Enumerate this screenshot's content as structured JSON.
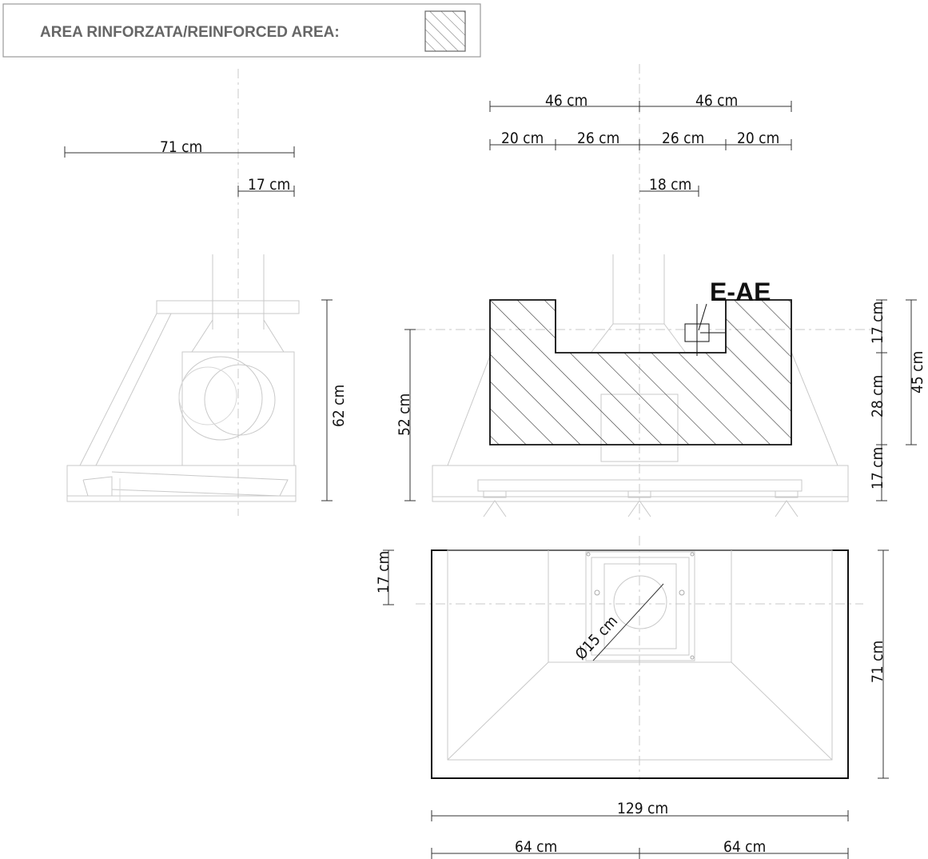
{
  "legend": {
    "label": "AREA RINFORZATA/REINFORCED AREA:"
  },
  "code_label": "E-AE",
  "dimensions": {
    "side_width": "71 cm",
    "side_offset": "17 cm",
    "side_height": "62 cm",
    "front_half_left": "46 cm",
    "front_half_right": "46 cm",
    "front_seg_1": "20 cm",
    "front_seg_2": "26 cm",
    "front_seg_3": "26 cm",
    "front_seg_4": "20 cm",
    "front_offset": "18 cm",
    "front_height": "52 cm",
    "right_top": "17 cm",
    "right_mid": "28 cm",
    "right_bottom": "17 cm",
    "right_total": "45 cm",
    "plan_offset": "17 cm",
    "plan_diameter": "Ø15 cm",
    "plan_depth": "71 cm",
    "plan_width": "129 cm",
    "plan_half_left": "64 cm",
    "plan_half_right": "64 cm"
  }
}
